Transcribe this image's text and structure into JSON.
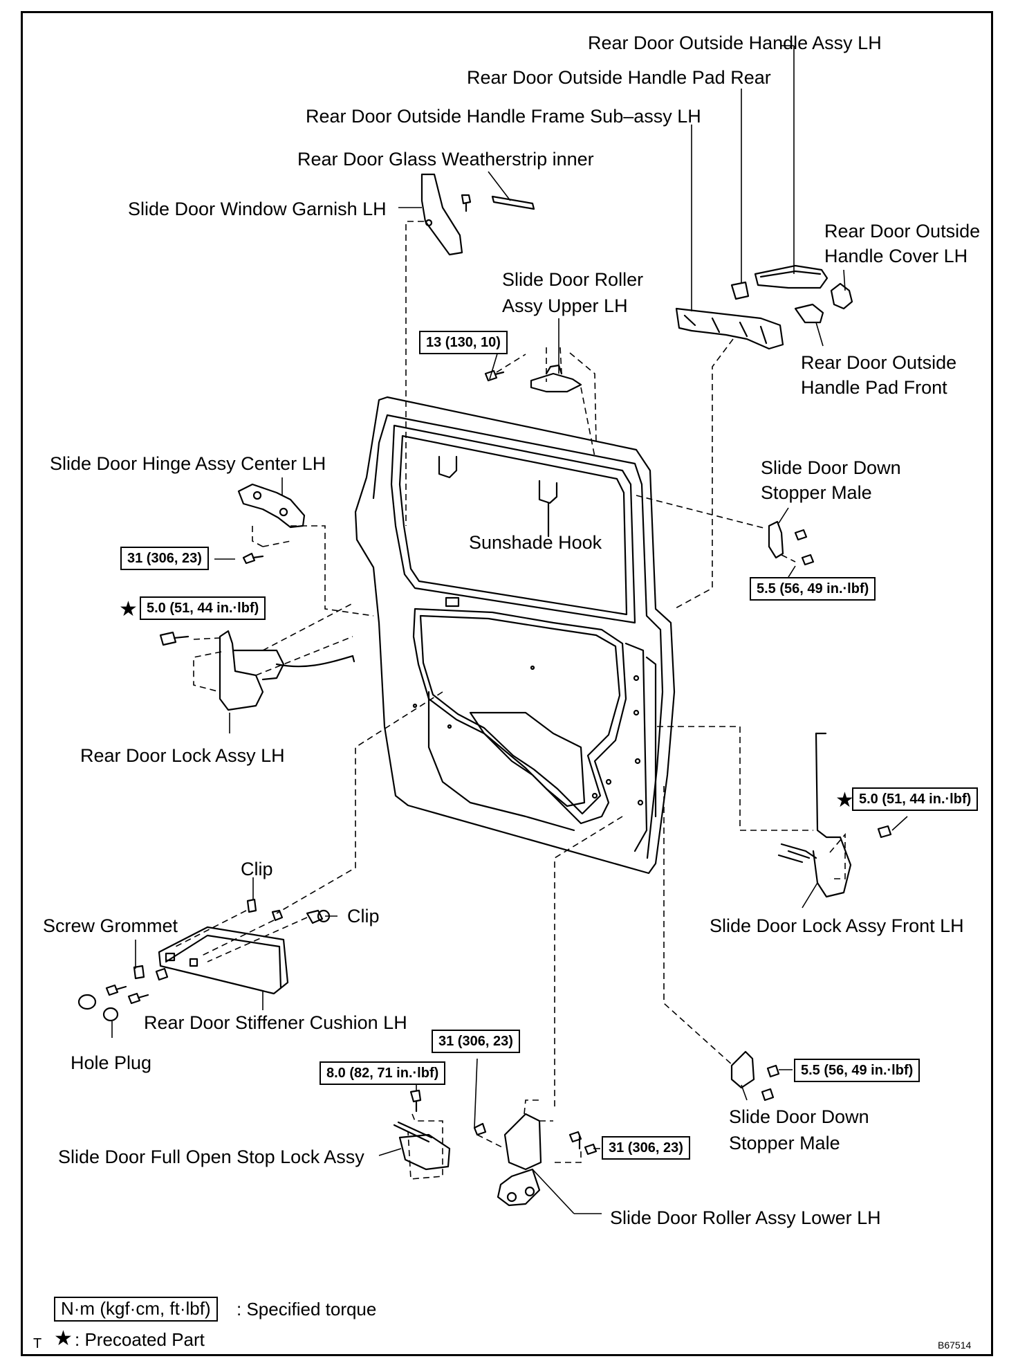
{
  "labels": {
    "outside_handle_assy": "Rear Door Outside Handle Assy LH",
    "outside_handle_pad_rear": "Rear Door Outside Handle Pad Rear",
    "outside_handle_frame": "Rear Door Outside Handle Frame Sub–assy LH",
    "glass_weatherstrip": "Rear Door Glass Weatherstrip inner",
    "window_garnish": "Slide Door Window Garnish LH",
    "handle_cover_l1": "Rear Door Outside",
    "handle_cover_l2": "Handle Cover LH",
    "roller_upper_l1": "Slide Door Roller",
    "roller_upper_l2": "Assy Upper LH",
    "handle_pad_front_l1": "Rear Door Outside",
    "handle_pad_front_l2": "Handle Pad Front",
    "hinge_center": "Slide Door Hinge Assy Center LH",
    "down_stopper_upper_l1": "Slide Door Down",
    "down_stopper_upper_l2": "Stopper Male",
    "sunshade_hook": "Sunshade Hook",
    "rear_lock": "Rear Door Lock Assy LH",
    "clip_top": "Clip",
    "clip_right": "Clip",
    "screw_grommet": "Screw Grommet",
    "lock_front": "Slide Door Lock Assy Front LH",
    "stiffener_cushion": "Rear Door Stiffener Cushion LH",
    "hole_plug": "Hole Plug",
    "down_stopper_lower_l1": "Slide Door Down",
    "down_stopper_lower_l2": "Stopper Male",
    "full_open_stop": "Slide Door Full Open Stop Lock Assy",
    "roller_lower": "Slide Door Roller Assy Lower LH"
  },
  "torques": {
    "roller_upper": "13 (130, 10)",
    "hinge_center": "31 (306, 23)",
    "rear_lock": "5.0 (51, 44 in.·lbf)",
    "down_stopper_upper": "5.5 (56, 49 in.·lbf)",
    "lock_front": "5.0 (51, 44 in.·lbf)",
    "roller_lower_top": "31 (306, 23)",
    "full_open_stop": "8.0 (82, 71 in.·lbf)",
    "down_stopper_lower": "5.5 (56, 49 in.·lbf)",
    "roller_lower_side": "31 (306, 23)"
  },
  "star_symbol": "★",
  "legend": {
    "unit_box": "N·m (kgf·cm, ft·lbf)",
    "unit_text": ": Specified torque",
    "precoat_star": "★",
    "precoat_text": ": Precoated Part"
  },
  "corner_mark": "T",
  "figure_id": "B67514"
}
